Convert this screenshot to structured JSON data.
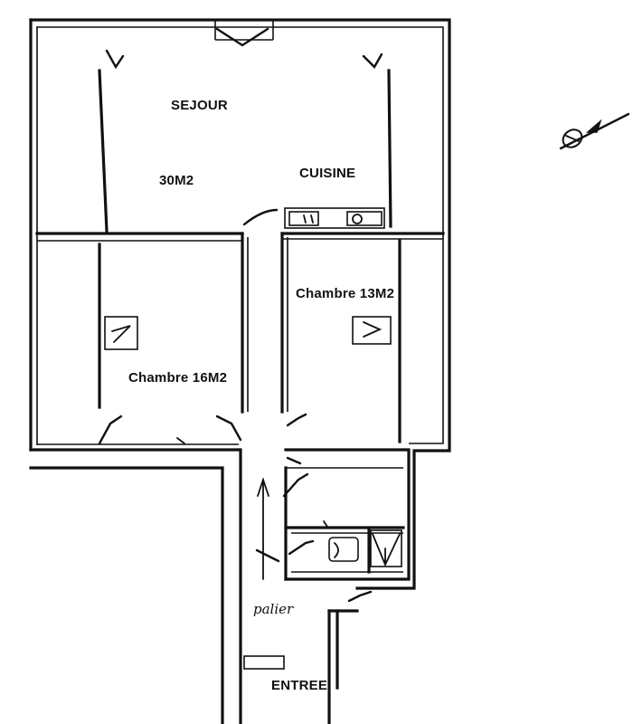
{
  "rooms": {
    "sejour": "SEJOUR",
    "sejour_area": "30M2",
    "cuisine": "CUISINE",
    "chambre16": "Chambre 16M2",
    "chambre13": "Chambre 13M2",
    "palier": "palier",
    "entree": "ENTREE"
  },
  "icons": {
    "compass": "north-arrow-icon",
    "radiator": "radiator-icon",
    "wc": "toilet-icon",
    "shower": "shower-icon",
    "direction": "up-arrow-icon"
  }
}
